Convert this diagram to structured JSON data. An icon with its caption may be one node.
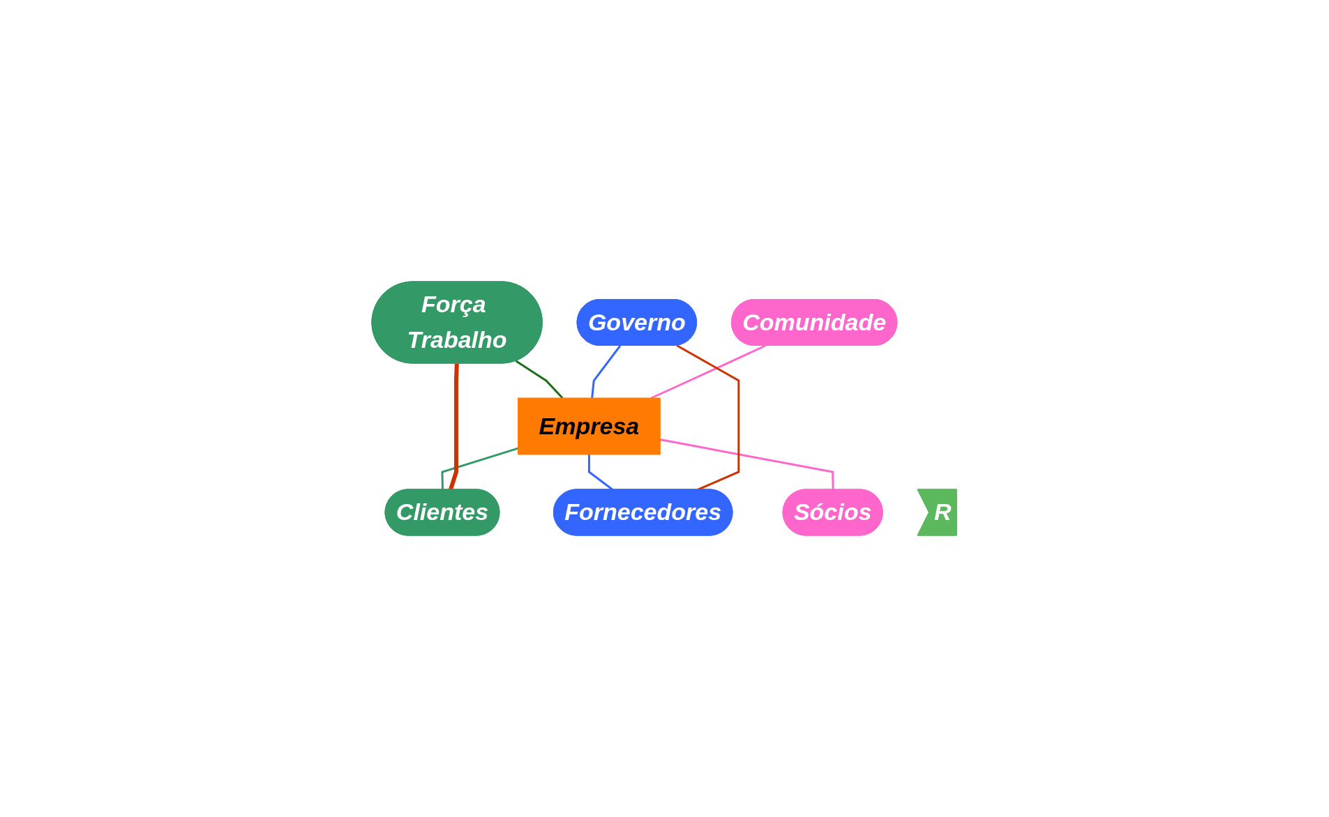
{
  "diagram": {
    "nodes": [
      {
        "text": [
          "Força Trabalho"
        ]
      },
      {
        "text": [
          "Governo"
        ]
      },
      {
        "text": [
          "Comunidade"
        ]
      },
      {
        "text": [
          "Empresa"
        ]
      },
      {
        "text": [
          "R"
        ]
      },
      {
        "text": [
          "Clientes"
        ]
      },
      {
        "text": [
          "Fornecedores"
        ]
      },
      {
        "text": [
          "Sócios"
        ]
      }
    ],
    "edges": [
      {
        "from": 0,
        "to": 3,
        "arrow": "none",
        "color": "#1a6e1a"
      },
      {
        "from": 1,
        "to": 3,
        "arrow": "none",
        "color": "#3366ff"
      },
      {
        "from": 2,
        "to": 3,
        "arrow": "none",
        "color": "#ff66cc"
      },
      {
        "from": 3,
        "to": 5,
        "arrow": "none",
        "color": "#339966"
      },
      {
        "from": 3,
        "to": 6,
        "arrow": "none",
        "color": "#3366ff"
      },
      {
        "from": 3,
        "to": 7,
        "arrow": "none",
        "color": "#ff66cc"
      },
      {
        "from": 0,
        "to": 5,
        "arrow": "none",
        "style": "thick",
        "color": "#cc3300"
      },
      {
        "from": 1,
        "to": 6,
        "arrow": "none",
        "color": "#cc3300"
      }
    ]
  }
}
